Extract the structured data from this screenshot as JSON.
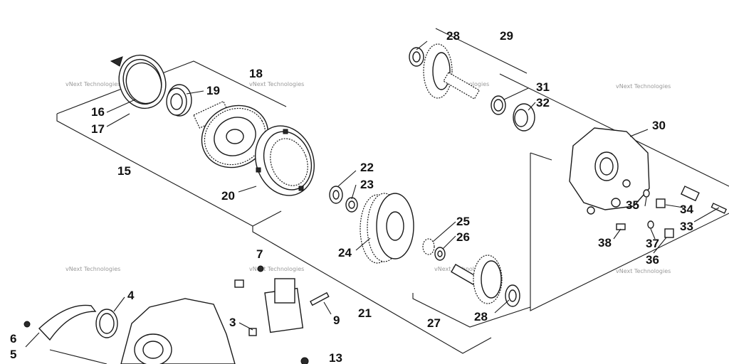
{
  "callouts": [
    {
      "id": "c28a",
      "text": "28"
    },
    {
      "id": "c29",
      "text": "29"
    },
    {
      "id": "c18",
      "text": "18"
    },
    {
      "id": "c19",
      "text": "19"
    },
    {
      "id": "c16",
      "text": "16"
    },
    {
      "id": "c17",
      "text": "17"
    },
    {
      "id": "c15",
      "text": "15"
    },
    {
      "id": "c31",
      "text": "31"
    },
    {
      "id": "c32",
      "text": "32"
    },
    {
      "id": "c30",
      "text": "30"
    },
    {
      "id": "c22",
      "text": "22"
    },
    {
      "id": "c23",
      "text": "23"
    },
    {
      "id": "c20",
      "text": "20"
    },
    {
      "id": "c35",
      "text": "35"
    },
    {
      "id": "c34",
      "text": "34"
    },
    {
      "id": "c33",
      "text": "33"
    },
    {
      "id": "c25",
      "text": "25"
    },
    {
      "id": "c26",
      "text": "26"
    },
    {
      "id": "c24",
      "text": "24"
    },
    {
      "id": "c38",
      "text": "38"
    },
    {
      "id": "c37",
      "text": "37"
    },
    {
      "id": "c36",
      "text": "36"
    },
    {
      "id": "c7",
      "text": "7"
    },
    {
      "id": "c4",
      "text": "4"
    },
    {
      "id": "c9",
      "text": "9"
    },
    {
      "id": "c3",
      "text": "3"
    },
    {
      "id": "c21",
      "text": "21"
    },
    {
      "id": "c27",
      "text": "27"
    },
    {
      "id": "c28b",
      "text": "28"
    },
    {
      "id": "c6",
      "text": "6"
    },
    {
      "id": "c5",
      "text": "5"
    },
    {
      "id": "c13",
      "text": "13"
    }
  ],
  "watermark": {
    "text": "vNext Technologies"
  }
}
